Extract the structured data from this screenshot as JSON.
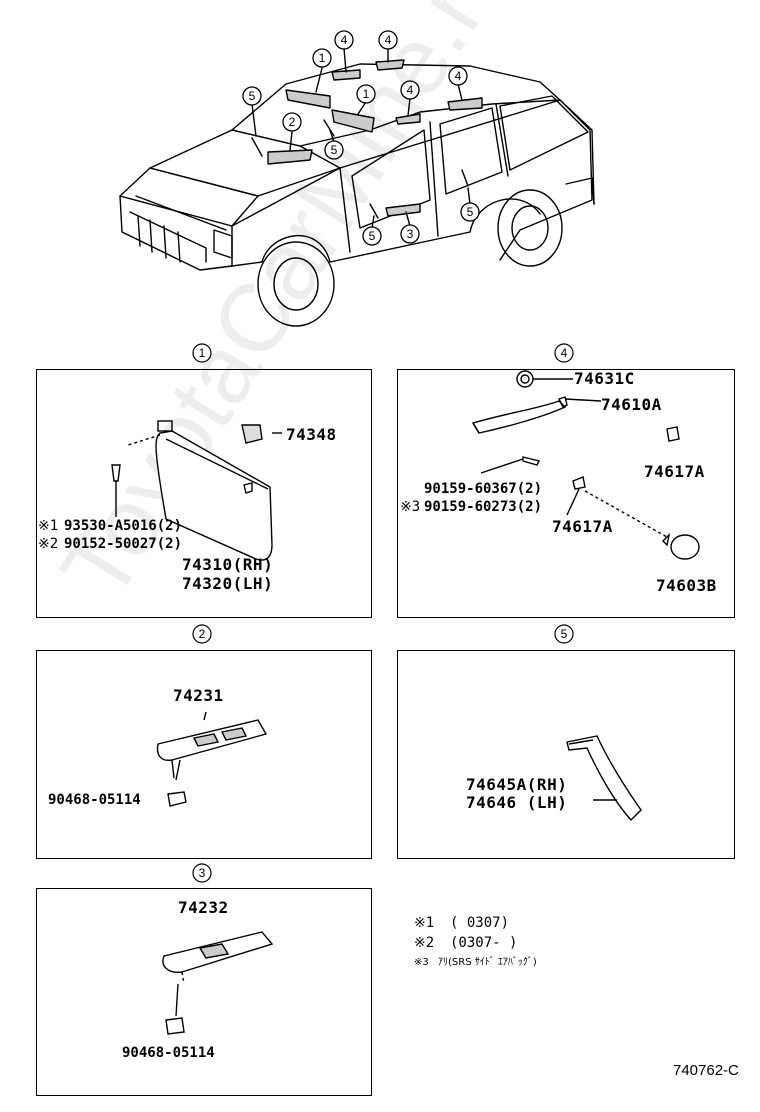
{
  "watermark": "ToyotaCarMine.ru",
  "diagram_code": "740762-C",
  "overview": {
    "callouts": [
      "1",
      "2",
      "3",
      "4",
      "5"
    ]
  },
  "panel1": {
    "key": "1",
    "parts": {
      "a": "74348",
      "b_mark": "※1",
      "b": "93530-A5016(2)",
      "c_mark": "※2",
      "c": "90152-50027(2)",
      "d": "74310(RH)",
      "e": "74320(LH)"
    }
  },
  "panel2": {
    "key": "2",
    "parts": {
      "a": "74231",
      "b": "90468-05114"
    }
  },
  "panel3": {
    "key": "3",
    "parts": {
      "a": "74232",
      "b": "90468-05114"
    }
  },
  "panel4": {
    "key": "4",
    "parts": {
      "a": "74631C",
      "b": "74610A",
      "c": "74617A",
      "d": "90159-60367(2)",
      "e_mark": "※3",
      "e": "90159-60273(2)",
      "f": "74617A",
      "g": "74603B"
    }
  },
  "panel5": {
    "key": "5",
    "parts": {
      "a": "74645A(RH)",
      "b": "74646  (LH)"
    }
  },
  "notes": [
    {
      "mark": "※1",
      "text": "(       0307)"
    },
    {
      "mark": "※2",
      "text": "(0307-      )"
    },
    {
      "mark": "※3",
      "text": "ｱﾘ(SRS ｻｲﾄﾞ ｴｱﾊﾞｯｸﾞ)"
    }
  ]
}
